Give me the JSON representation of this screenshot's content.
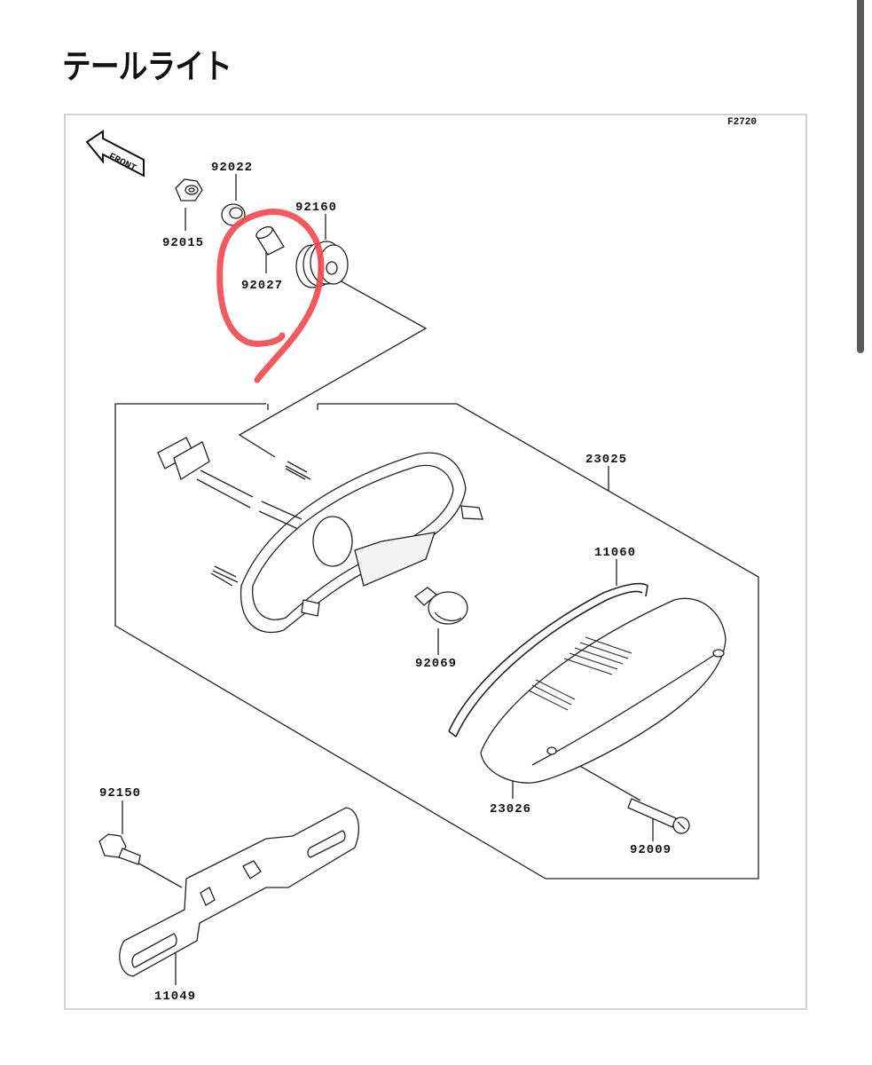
{
  "page": {
    "title": "テールライト",
    "figure_code": "F2720",
    "front_label": "FRONT"
  },
  "parts": [
    {
      "number": "92015"
    },
    {
      "number": "92022"
    },
    {
      "number": "92160"
    },
    {
      "number": "92027"
    },
    {
      "number": "23025"
    },
    {
      "number": "11060"
    },
    {
      "number": "92069"
    },
    {
      "number": "23026"
    },
    {
      "number": "92009"
    },
    {
      "number": "92150"
    },
    {
      "number": "11049"
    }
  ],
  "annotation": {
    "color": "#f0484e",
    "marks": "92022, 92027, 92160"
  }
}
